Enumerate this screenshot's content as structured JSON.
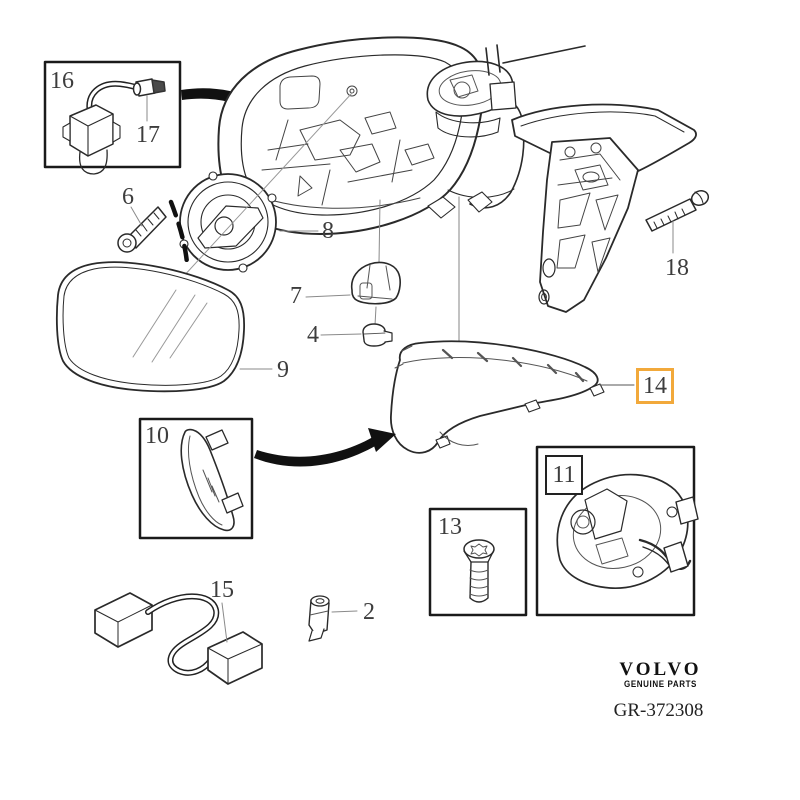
{
  "part_labels": {
    "p2": "2",
    "p4": "4",
    "p6": "6",
    "p7": "7",
    "p8": "8",
    "p9": "9",
    "p10": "10",
    "p11": "11",
    "p13": "13",
    "p14": "14",
    "p15": "15",
    "p16": "16",
    "p17": "17",
    "p18": "18"
  },
  "highlight": {
    "selected_part": "14",
    "color": "#F2A93B"
  },
  "logo": {
    "brand": "VOLVO",
    "tagline": "GENUINE PARTS"
  },
  "drawing_number": "GR-372308"
}
